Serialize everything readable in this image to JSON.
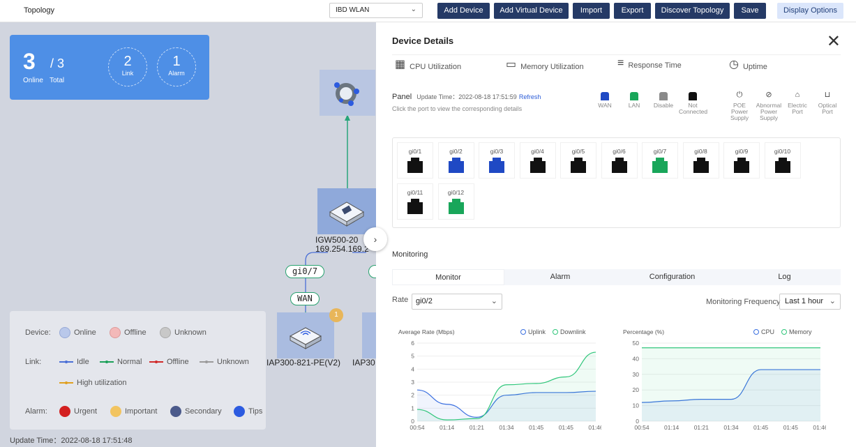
{
  "topbar": {
    "title": "Topology",
    "network_select": "IBD WLAN",
    "buttons": [
      "Add Device",
      "Add Virtual Device",
      "Import",
      "Export",
      "Discover Topology",
      "Save"
    ],
    "display_options": "Display Options"
  },
  "summary": {
    "online": "3",
    "total": "/ 3",
    "online_label": "Online",
    "total_label": "Total",
    "link_count": "2",
    "link_label": "Link",
    "alarm_count": "1",
    "alarm_label": "Alarm"
  },
  "topology": {
    "gateway_name": "IGW500-20",
    "gateway_ip": "169.254.169.2",
    "port_tag": "gi0/7",
    "wan_tag": "WAN",
    "ap1_name": "IAP300-821-PE(V2)",
    "ap2_name": "IAP30",
    "ap_badge": "1"
  },
  "legend": {
    "device_label": "Device:",
    "device_items": [
      {
        "label": "Online",
        "color": "#b9c8ea"
      },
      {
        "label": "Offline",
        "color": "#f3b9b9"
      },
      {
        "label": "Unknown",
        "color": "#c8c8c8"
      }
    ],
    "link_label": "Link:",
    "link_items": [
      {
        "label": "Idle",
        "color": "#4a6fd6"
      },
      {
        "label": "Normal",
        "color": "#1aa058"
      },
      {
        "label": "Offline",
        "color": "#d02a2a"
      },
      {
        "label": "Unknown",
        "color": "#9a9a9a"
      },
      {
        "label": "High utilization",
        "color": "#e0a020"
      }
    ],
    "alarm_label": "Alarm:",
    "alarm_items": [
      {
        "label": "Urgent",
        "color": "#d32020"
      },
      {
        "label": "Important",
        "color": "#f2c460"
      },
      {
        "label": "Secondary",
        "color": "#4b5a8b"
      },
      {
        "label": "Tips",
        "color": "#2c5be0"
      }
    ]
  },
  "update_time": "Update Time：2022-08-18 17:51:48",
  "details": {
    "title": "Device Details",
    "metrics": [
      "CPU Utilization",
      "Memory Utilization",
      "Response Time",
      "Uptime"
    ],
    "panel_label": "Panel",
    "panel_update": "Update Time：2022-08-18 17:51:59",
    "refresh": "Refresh",
    "panel_hint": "Click the port to view the corresponding details",
    "port_legend": [
      {
        "label": "WAN",
        "color": "#1f49c4"
      },
      {
        "label": "LAN",
        "color": "#19a65a"
      },
      {
        "label": "Disable",
        "color": "#8a8a8a"
      },
      {
        "label": "Not Connected",
        "color": "#111111"
      }
    ],
    "type_legend": [
      {
        "label": "POE Power Supply",
        "icon": "power-icon"
      },
      {
        "label": "Abnormal Power Supply",
        "icon": "no-power-icon"
      },
      {
        "label": "Electric Port",
        "icon": "electric-port-icon"
      },
      {
        "label": "Optical Port",
        "icon": "optical-port-icon"
      }
    ],
    "ports": [
      {
        "name": "gi0/1",
        "color": "#111111"
      },
      {
        "name": "gi0/2",
        "color": "#1f49c4"
      },
      {
        "name": "gi0/3",
        "color": "#1f49c4"
      },
      {
        "name": "gi0/4",
        "color": "#111111"
      },
      {
        "name": "gi0/5",
        "color": "#111111"
      },
      {
        "name": "gi0/6",
        "color": "#111111"
      },
      {
        "name": "gi0/7",
        "color": "#19a65a"
      },
      {
        "name": "gi0/8",
        "color": "#111111"
      },
      {
        "name": "gi0/9",
        "color": "#111111"
      },
      {
        "name": "gi0/10",
        "color": "#111111"
      },
      {
        "name": "gi0/11",
        "color": "#111111"
      },
      {
        "name": "gi0/12",
        "color": "#19a65a"
      }
    ],
    "monitoring_title": "Monitoring",
    "tabs": [
      "Monitor",
      "Alarm",
      "Configuration",
      "Log"
    ],
    "rate_label": "Rate",
    "rate_value": "gi0/2",
    "freq_label": "Monitoring Frequency",
    "freq_value": "Last 1 hour"
  },
  "chart_data": [
    {
      "type": "line",
      "title": "",
      "ylabel": "Average Rate (Mbps)",
      "x": [
        "00:54",
        "01:14",
        "01:21",
        "01:34",
        "01:45",
        "01:45",
        "01:46"
      ],
      "ylim": [
        0,
        6
      ],
      "yticks": [
        0,
        1,
        2,
        3,
        4,
        5,
        6
      ],
      "series": [
        {
          "name": "Uplink",
          "color": "#3a6fe0",
          "values": [
            2.4,
            1.3,
            0.3,
            2.0,
            2.2,
            2.2,
            2.3
          ]
        },
        {
          "name": "Downlink",
          "color": "#2fc67a",
          "values": [
            0.9,
            0.1,
            0.2,
            2.8,
            2.9,
            3.4,
            5.3
          ]
        }
      ]
    },
    {
      "type": "line",
      "title": "",
      "ylabel": "Percentage (%)",
      "x": [
        "00:54",
        "01:14",
        "01:21",
        "01:34",
        "01:45",
        "01:45",
        "01:46"
      ],
      "ylim": [
        0,
        50
      ],
      "yticks": [
        0,
        10,
        20,
        30,
        40,
        50
      ],
      "series": [
        {
          "name": "CPU",
          "color": "#3a6fe0",
          "values": [
            12,
            13,
            14,
            14,
            33,
            33,
            33
          ]
        },
        {
          "name": "Memory",
          "color": "#2fc67a",
          "values": [
            47,
            47,
            47,
            47,
            47,
            47,
            47
          ]
        }
      ]
    }
  ]
}
